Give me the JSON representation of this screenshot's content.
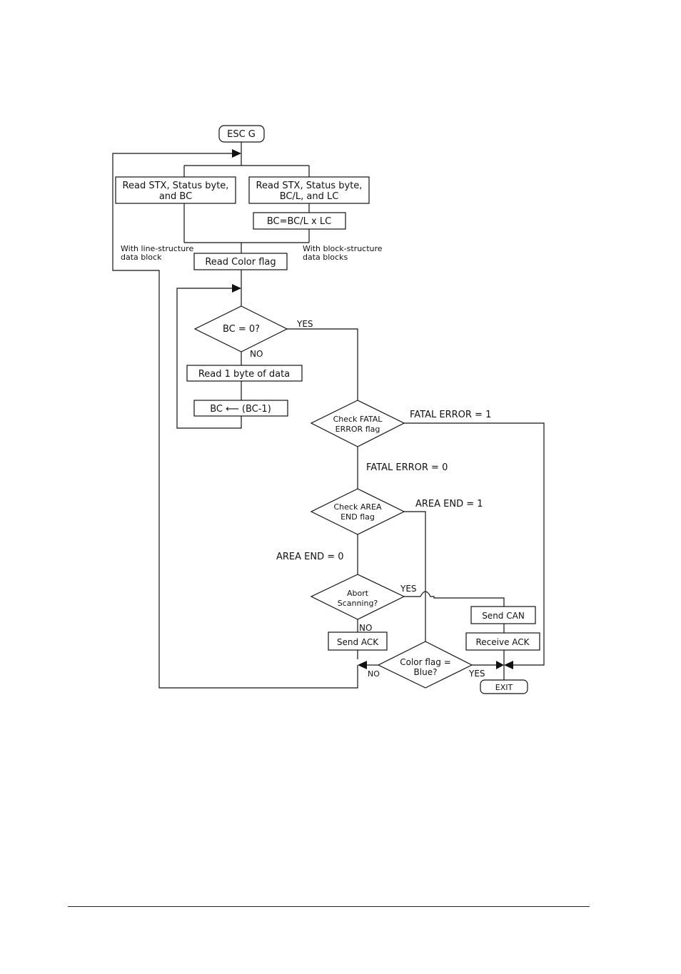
{
  "nodes": {
    "esc_g": "ESC G",
    "read_bc": [
      "Read STX, Status byte,",
      "and BC"
    ],
    "read_bcl_lc": [
      "Read STX, Status byte,",
      "BC/L, and LC"
    ],
    "bc_calc": "BC=BC/L x LC",
    "read_color_flag": "Read Color flag",
    "bc_zero": "BC = 0?",
    "read_byte": "Read 1 byte of data",
    "bc_decrement": "BC ⟵ (BC-1)",
    "check_fatal": [
      "Check FATAL",
      "ERROR flag"
    ],
    "check_area_end": [
      "Check AREA",
      "END flag"
    ],
    "abort_scanning": [
      "Abort",
      "Scanning?"
    ],
    "send_can": "Send CAN",
    "receive_ack": "Receive ACK",
    "send_ack": "Send ACK",
    "color_blue": [
      "Color flag =",
      "Blue?"
    ],
    "exit": "EXIT"
  },
  "edge_labels": {
    "line_structure": [
      "With line-structure",
      "data block"
    ],
    "block_structure": [
      "With block-structure",
      "data blocks"
    ],
    "bc_yes": "YES",
    "bc_no": "NO",
    "fatal_1": "FATAL ERROR = 1",
    "fatal_0": "FATAL ERROR = 0",
    "area_end_1": "AREA END = 1",
    "area_end_0": "AREA END = 0",
    "abort_yes": "YES",
    "abort_no": "NO",
    "blue_no": "NO",
    "blue_yes": "YES"
  }
}
